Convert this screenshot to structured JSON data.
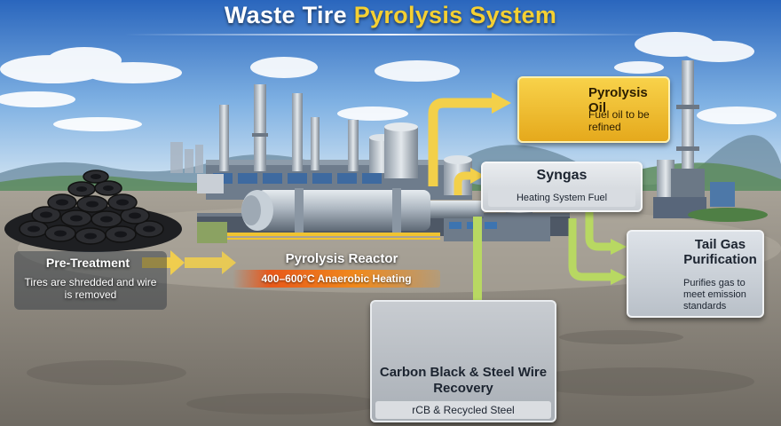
{
  "title": {
    "part1": "Waste Tire",
    "part2": "Pyrolysis System"
  },
  "stages": {
    "pretreatment": {
      "title": "Pre-Treatment",
      "description": "Tires are shredded and wire is removed"
    },
    "reactor": {
      "title": "Pyrolysis Reactor",
      "condition": "400–600°C Anaerobic Heating"
    },
    "oil": {
      "title": "Pyrolysis Oil",
      "description": "Fuel oil to be refined"
    },
    "syngas": {
      "title": "Syngas",
      "description": "Heating System Fuel"
    },
    "tailgas": {
      "title": "Tail Gas Purification",
      "description": "Purifies gas to meet emission standards"
    },
    "carbon": {
      "title": "Carbon Black & Steel Wire Recovery",
      "description": "rCB & Recycled Steel"
    }
  },
  "colors": {
    "sky_top": "#2f6fc4",
    "sky_bottom": "#bcd8f0",
    "ground": "#8a8478",
    "accent_yellow": "#f5d032",
    "arrow_green": "#b8d862",
    "arrow_yellow": "#f3d04a",
    "heat_orange": "#e8581a"
  }
}
